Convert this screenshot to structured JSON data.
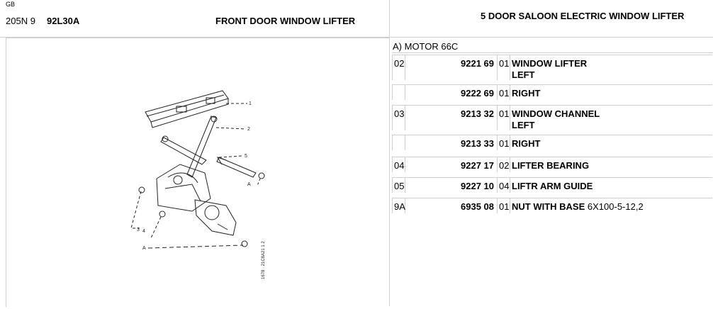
{
  "header": {
    "lang": "GB",
    "model": "205N 9",
    "code": "92L30A",
    "title": "FRONT DOOR WINDOW LIFTER",
    "section_title": "5 DOOR SALOON ELECTRIC WINDOW LIFTER"
  },
  "diagram": {
    "callouts": [
      "1",
      "2",
      "5",
      "A",
      "3",
      "4",
      "A"
    ],
    "side_code": "1678 · 21C8A21 1 2"
  },
  "group_label": "A) MOTOR 66C",
  "rows": [
    {
      "ref": "02",
      "part": "9221 69",
      "qty": "01",
      "desc": "WINDOW LIFTER",
      "desc2": "LEFT",
      "extra": ""
    },
    {
      "ref": "",
      "part": "9222 69",
      "qty": "01",
      "desc": "RIGHT",
      "desc2": "",
      "extra": ""
    },
    {
      "ref": "03",
      "part": "9213 32",
      "qty": "01",
      "desc": "WINDOW CHANNEL",
      "desc2": "LEFT",
      "extra": ""
    },
    {
      "ref": "",
      "part": "9213 33",
      "qty": "01",
      "desc": "RIGHT",
      "desc2": "",
      "extra": ""
    },
    {
      "ref": "04",
      "part": "9227 17",
      "qty": "02",
      "desc": "LIFTER BEARING",
      "desc2": "",
      "extra": ""
    },
    {
      "ref": "05",
      "part": "9227 10",
      "qty": "04",
      "desc": "LIFTR ARM GUIDE",
      "desc2": "",
      "extra": ""
    },
    {
      "ref": "9A",
      "part": "6935 08",
      "qty": "01",
      "desc": "NUT WITH BASE",
      "desc2": "",
      "extra": "6X100-5-12,2"
    }
  ]
}
